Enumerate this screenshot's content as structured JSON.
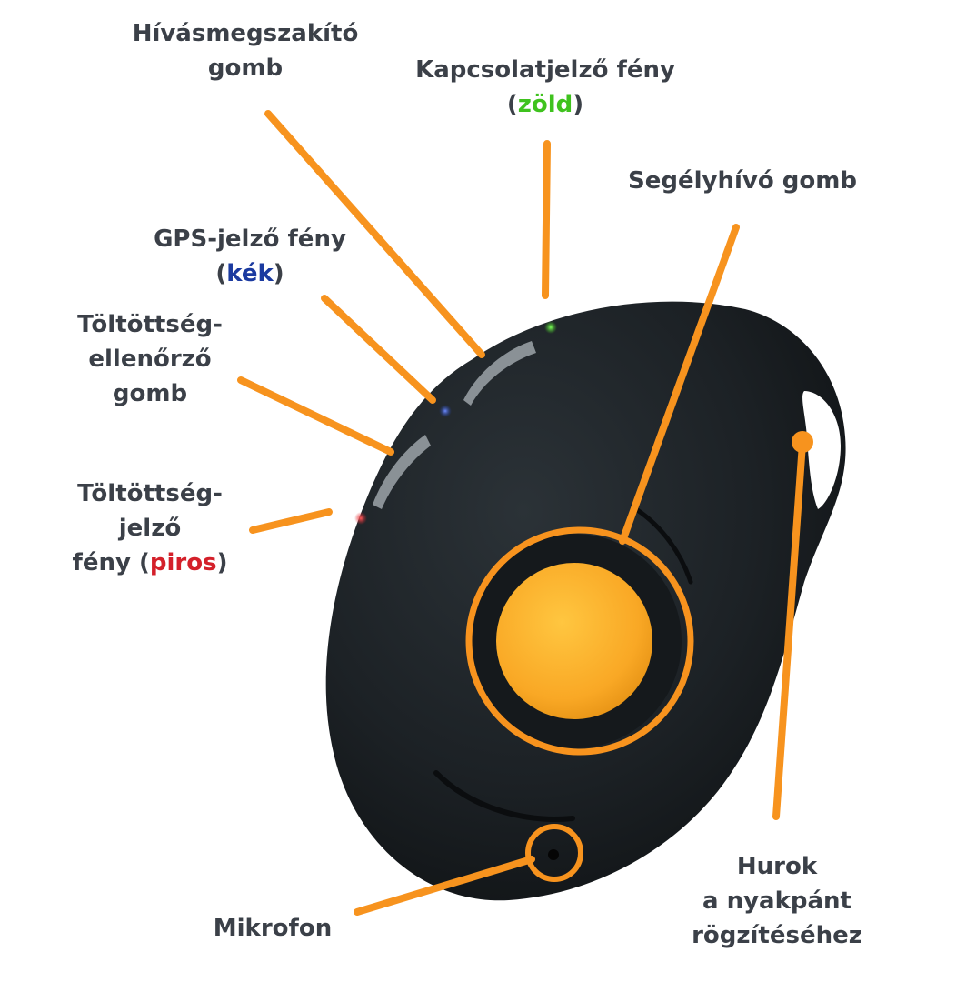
{
  "labels": {
    "hivasmegszakito": {
      "line1": "Hívásmegszakító",
      "line2": "gomb"
    },
    "kapcsolatjelzo": {
      "line1": "Kapcsolatjelző fény",
      "open": "(",
      "color_word": "zöld",
      "close": ")"
    },
    "segelyhivo": {
      "line1": "Segélyhívó gomb"
    },
    "gps": {
      "line1": "GPS-jelző fény",
      "open": "(",
      "color_word": "kék",
      "close": ")"
    },
    "toltottseg_ellenorzo": {
      "line1": "Töltöttség-",
      "line2": "ellenőrző",
      "line3": "gomb"
    },
    "toltottseg_jelzo": {
      "line1": "Töltöttség-",
      "line2": "jelző",
      "line3_prefix": "fény (",
      "color_word": "piros",
      "close": ")"
    },
    "hurok": {
      "line1": "Hurok",
      "line2": "a nyakpánt",
      "line3": "rögzítéséhez"
    },
    "mikrofon": {
      "line1": "Mikrofon"
    }
  },
  "colors": {
    "leader_line": "#f7931e",
    "text": "#3b4048",
    "green_light": "#3fc21e",
    "blue_light": "#1b3aa0",
    "red_light": "#d4202a",
    "device_body": "#1d2226",
    "sos_button": "#fbb02d"
  },
  "icons": {
    "device": "sos-pendant-device",
    "sos_button": "sos-button-icon"
  }
}
